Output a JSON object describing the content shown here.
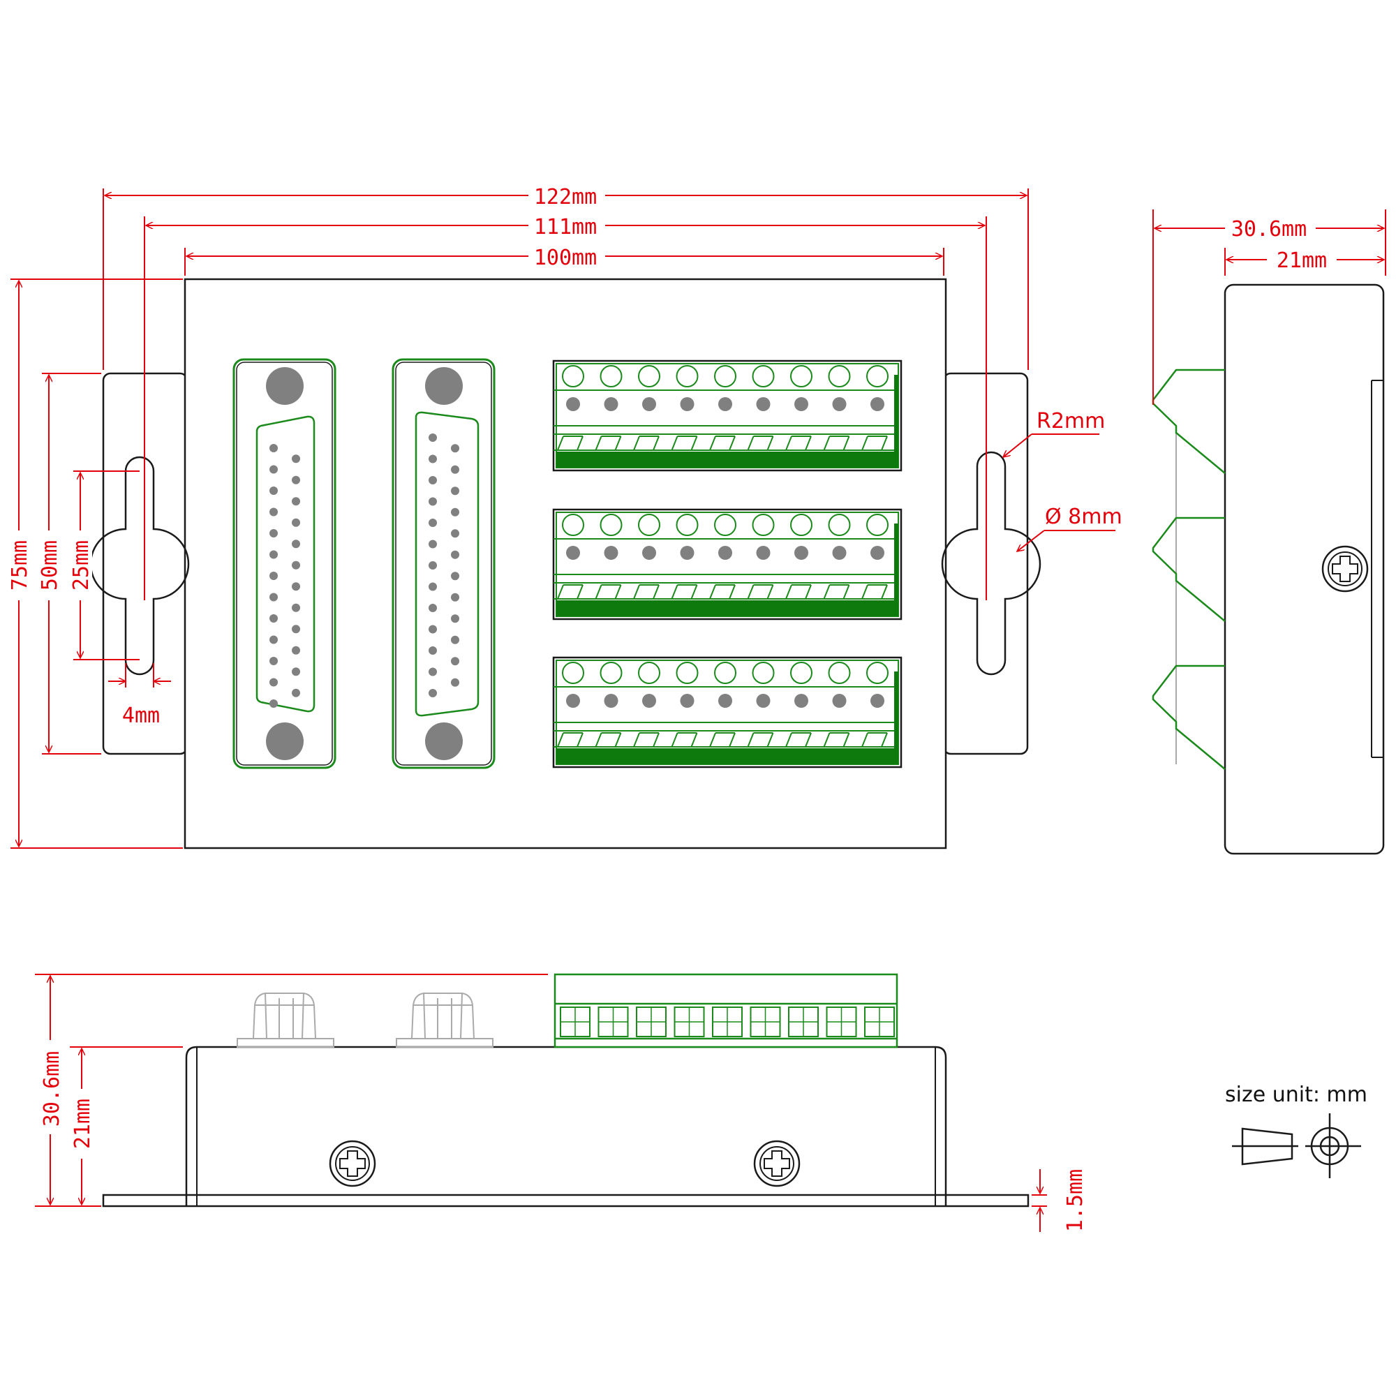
{
  "dimensions": {
    "overall_width": "122mm",
    "hole_spacing": "111mm",
    "body_width": "100mm",
    "body_height": "75mm",
    "flange_height": "50mm",
    "slot_length": "25mm",
    "slot_width": "4mm",
    "slot_radius": "R2mm",
    "hole_diameter": "Ø 8mm",
    "total_depth_side": "30.6mm",
    "body_depth_side": "21mm",
    "total_height_bottom": "30.6mm",
    "body_height_bottom": "21mm",
    "plate_thickness": "1.5mm"
  },
  "legend": {
    "size_unit": "size unit: mm"
  },
  "colors": {
    "dimension": "#e3000b",
    "outline": "#1a1a1a",
    "terminal_green": "#1a8a1a",
    "terminal_dark": "#0e7a0e",
    "pin_grey": "#808080"
  },
  "components": {
    "db25_connectors": 2,
    "terminal_blocks": 3,
    "terminals_per_block": 9
  }
}
